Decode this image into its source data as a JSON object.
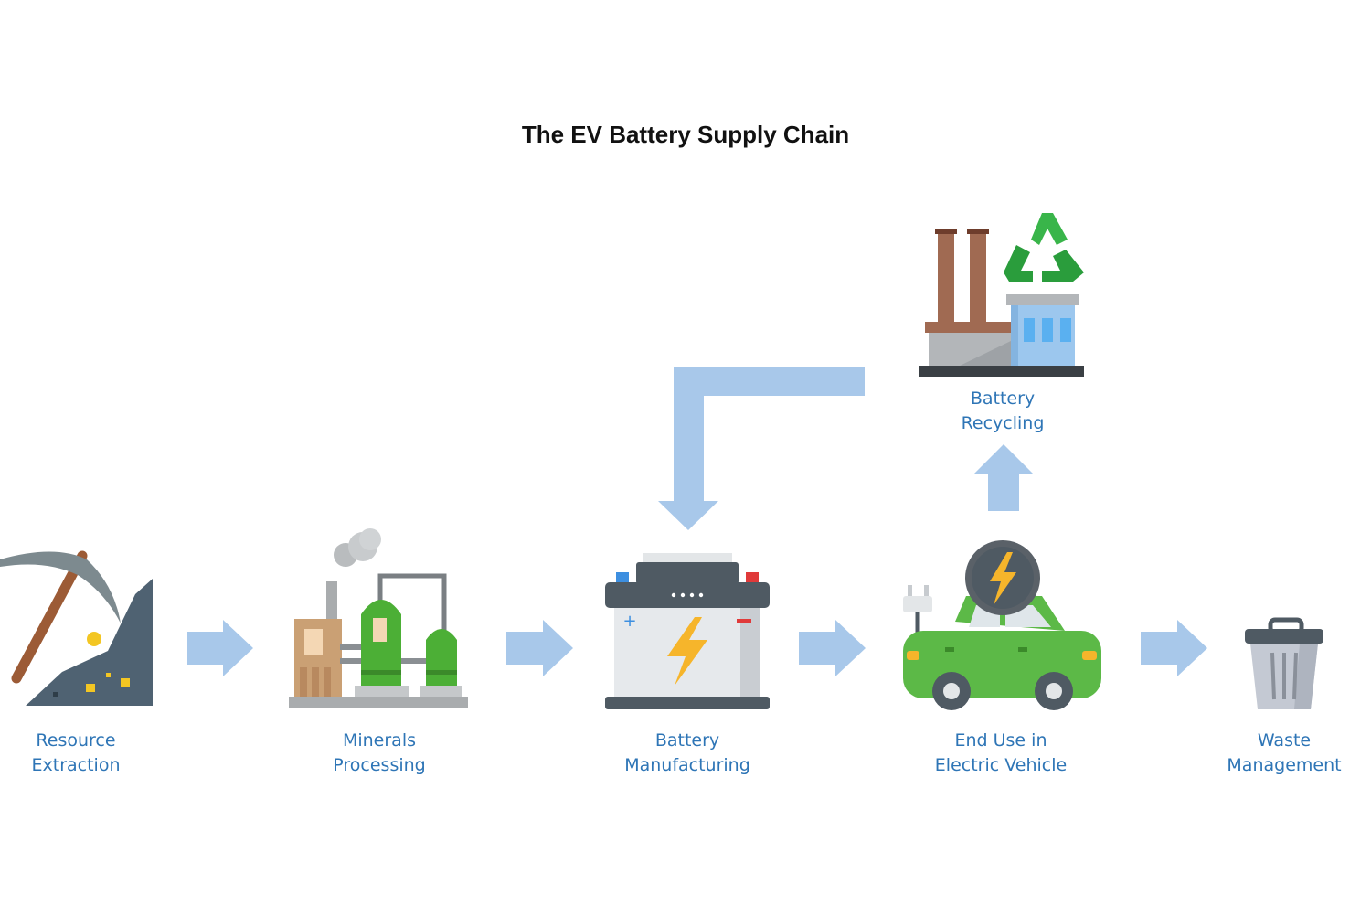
{
  "title": "The EV Battery Supply Chain",
  "colors": {
    "arrow": "#a8c8ea",
    "label": "#2e75b6"
  },
  "stages": [
    {
      "id": "resource-extraction",
      "icon": "pickaxe-mine-icon",
      "line1": "Resource",
      "line2": "Extraction"
    },
    {
      "id": "minerals-processing",
      "icon": "processing-plant-icon",
      "line1": "Minerals",
      "line2": "Processing"
    },
    {
      "id": "battery-manufacturing",
      "icon": "car-battery-icon",
      "line1": "Battery",
      "line2": "Manufacturing"
    },
    {
      "id": "end-use",
      "icon": "electric-car-icon",
      "line1": "End Use in",
      "line2": "Electric Vehicle"
    },
    {
      "id": "waste-management",
      "icon": "trash-can-icon",
      "line1": "Waste",
      "line2": "Management"
    },
    {
      "id": "battery-recycling",
      "icon": "recycling-factory-icon",
      "line1": "Battery",
      "line2": "Recycling"
    }
  ]
}
